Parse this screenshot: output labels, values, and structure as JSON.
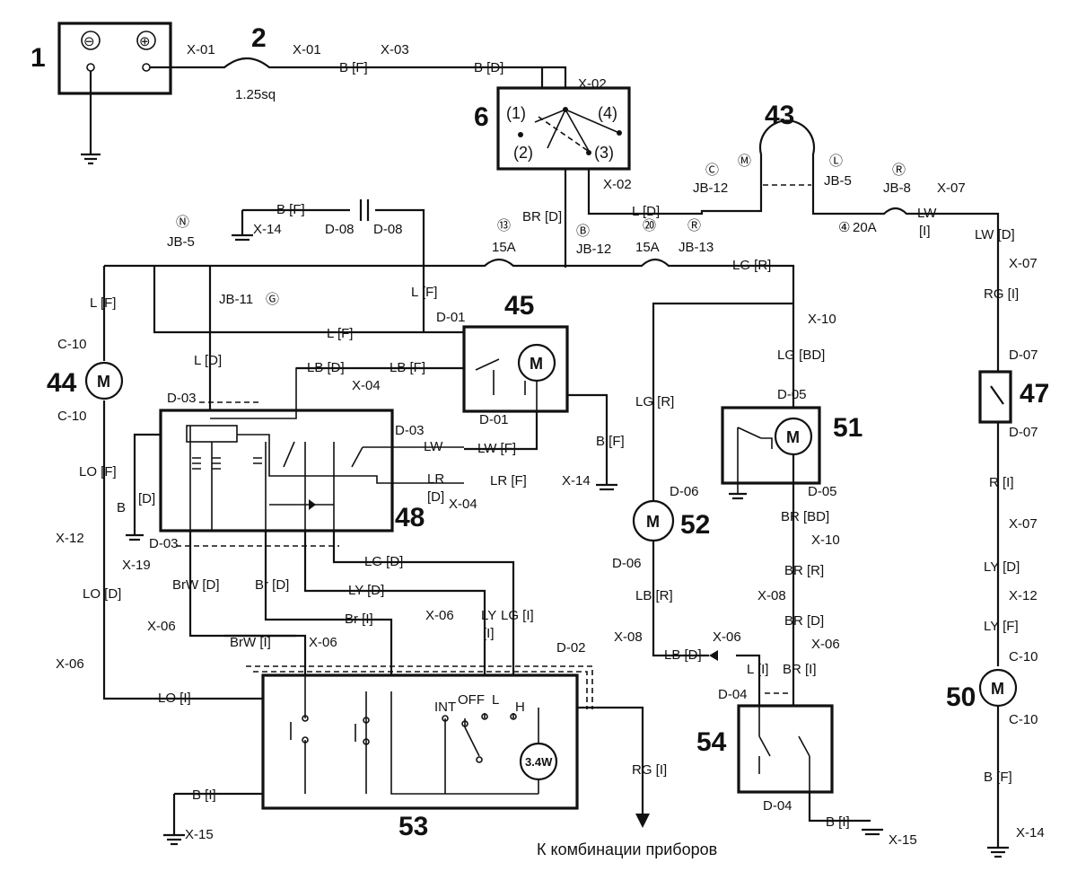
{
  "components": {
    "c1": "1",
    "c2": "2",
    "c6": "6",
    "c43": "43",
    "c44": "44",
    "c45": "45",
    "c47": "47",
    "c48": "48",
    "c50": "50",
    "c51": "51",
    "c52": "52",
    "c53": "53",
    "c54": "54"
  },
  "battery": {
    "neg": "⊖",
    "pos": "⊕"
  },
  "fuse_main": "1.25sq",
  "switch6": {
    "t1": "(1)",
    "t2": "(2)",
    "t3": "(3)",
    "t4": "(4)"
  },
  "motor_symbol": "M",
  "lamp_rating": "3.4W",
  "switch53": {
    "int": "INT",
    "off": "OFF",
    "l": "L",
    "h": "H"
  },
  "footer": "К комбинации приборов",
  "labels": {
    "x01a": "X-01",
    "x01b": "X-01",
    "bf1": "B [F]",
    "x03": "X-03",
    "bd1": "B [D]",
    "x02a": "X-02",
    "x02b": "X-02",
    "brd": "BR [D]",
    "circB": "Ⓑ",
    "jb12a": "JB-12",
    "ld43": "L [D]",
    "circC": "Ⓒ",
    "jb12b": "JB-12",
    "circM": "Ⓜ",
    "circL": "Ⓛ",
    "jb5a": "JB-5",
    "circR1": "Ⓡ",
    "jb8": "JB-8",
    "x07a": "X-07",
    "f4": "④",
    "a20a": "20A",
    "lwi1": "LW",
    "lwi2": "[I]",
    "lwd": "LW [D]",
    "bf2": "B [F]",
    "x14a": "X-14",
    "d08a": "D-08",
    "d08b": "D-08",
    "circN": "Ⓝ",
    "jb5b": "JB-5",
    "f13": "⑬",
    "a15a": "15A",
    "f20": "⑳",
    "a15b": "15A",
    "circR2": "Ⓡ",
    "jb13": "JB-13",
    "lgr1": "LG [R]",
    "x07b": "X-07",
    "rgi1": "RG [I]",
    "lf1": "L [F]",
    "jb11": "JB-11",
    "circG": "Ⓖ",
    "lf2": "L [F]",
    "lf3": "L [F]",
    "d01a": "D-01",
    "x10a": "X-10",
    "lgbd": "LG [BD]",
    "d07a": "D-07",
    "c10a": "C-10",
    "ld2": "L [D]",
    "lbd": "LB [D]",
    "lbf": "LB [F]",
    "x04a": "X-04",
    "d05a": "D-05",
    "c10b": "C-10",
    "d03a": "D-03",
    "d03b": "D-03",
    "lgr2": "LG [R]",
    "d01b": "D-01",
    "bf3": "B [F]",
    "d07b": "D-07",
    "lw": "LW",
    "lwf": "LW [F]",
    "lof": "LO [F]",
    "bd2": "B",
    "bd3": "[D]",
    "lr": "LR",
    "lrd": "[D]",
    "lrf": "LR [F]",
    "x14b": "X-14",
    "x04b": "X-04",
    "d06a": "D-06",
    "ri": "R [I]",
    "d05b": "D-05",
    "brbd": "BR [BD]",
    "x12a": "X-12",
    "d03c": "D-03",
    "x19": "X-19",
    "x07c": "X-07",
    "x10b": "X-10",
    "lod": "LO [D]",
    "lgd": "LG [D]",
    "d06b": "D-06",
    "brr": "BR [R]",
    "brwd": "BrW [D]",
    "brd2": "Br [D]",
    "lyd": "LY [D]",
    "lyd2": "LY [D]",
    "lbr": "LB [R]",
    "x08a": "X-08",
    "x12b": "X-12",
    "x06a": "X-06",
    "x06b": "X-06",
    "ly": "LY",
    "lyi": "[I]",
    "lgi": "LG [I]",
    "bri": "Br [I]",
    "brd3": "BR [D]",
    "lyf": "LY [F]",
    "x08b": "X-08",
    "x06c": "X-06",
    "brwi": "BrW [I]",
    "x06d": "X-06",
    "d02": "D-02",
    "x06e": "X-06",
    "x06f": "X-06",
    "lbd2": "LB [D]",
    "li": "L [I]",
    "bri2": "BR [I]",
    "c10c": "C-10",
    "loi": "LO [I]",
    "d04a": "D-04",
    "c10d": "C-10",
    "rgi2": "RG [I]",
    "bf4": "B [F]",
    "bi1": "B [I]",
    "d04b": "D-04",
    "bi2": "B [I]",
    "x15a": "X-15",
    "x15b": "X-15",
    "x14c": "X-14"
  }
}
